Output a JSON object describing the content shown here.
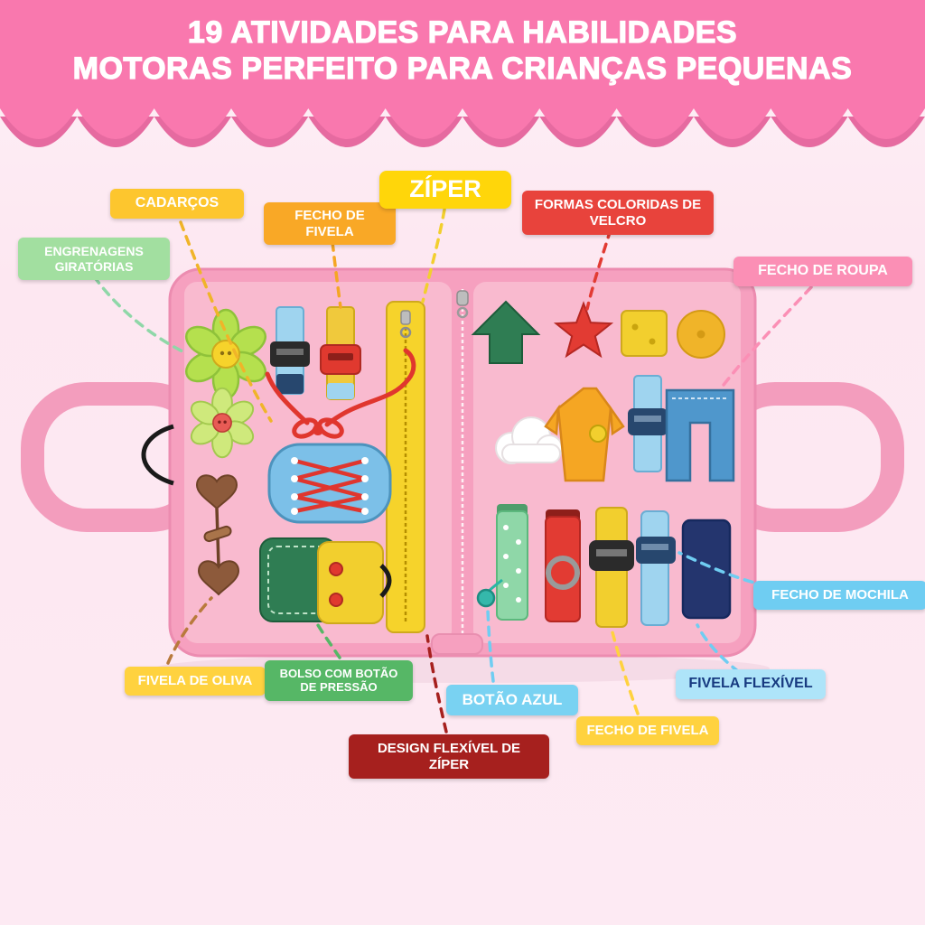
{
  "header": {
    "line1": "19 ATIVIDADES PARA HABILIDADES",
    "line2": "MOTORAS PERFEITO PARA CRIANÇAS PEQUENAS",
    "bg_color": "#f978ae",
    "text_color": "#ffffff"
  },
  "page_bg_color": "#fdeaf3",
  "board": {
    "outer_color": "#f6a0bf",
    "page_color": "#f9bacf"
  },
  "callouts": {
    "cadarcos": {
      "label": "CADARÇOS",
      "color": "#fdc62e"
    },
    "fecho_top": {
      "label": "FECHO DE FIVELA",
      "color": "#f9a826"
    },
    "ziper": {
      "label": "ZÍPER",
      "color": "#ffd60a"
    },
    "formas": {
      "label": "FORMAS COLORIDAS DE VELCRO",
      "color": "#e8433c"
    },
    "engrenagens": {
      "label": "ENGRENAGENS GIRATÓRIAS",
      "color": "#a2dfa0"
    },
    "fecho_roupa": {
      "label": "FECHO DE ROUPA",
      "color": "#fb8fb5"
    },
    "fecho_mochila": {
      "label": "FECHO DE MOCHILA",
      "color": "#6fcdf2"
    },
    "fivela_oliva": {
      "label": "FIVELA DE OLIVA",
      "color": "#ffd23f"
    },
    "bolso": {
      "label": "BOLSO COM BOTÃO DE PRESSÃO",
      "color": "#56b766"
    },
    "botao_azul": {
      "label": "BOTÃO AZUL",
      "color": "#79d2f2"
    },
    "fivela_flexivel": {
      "label": "FIVELA FLEXÍVEL",
      "color": "#aee4f9",
      "text_color": "#173a80"
    },
    "fecho_bottom": {
      "label": "FECHO DE FIVELA",
      "color": "#ffd23f"
    },
    "design": {
      "label": "DESIGN FLEXÍVEL DE ZÍPER",
      "color": "#a6201e"
    }
  }
}
